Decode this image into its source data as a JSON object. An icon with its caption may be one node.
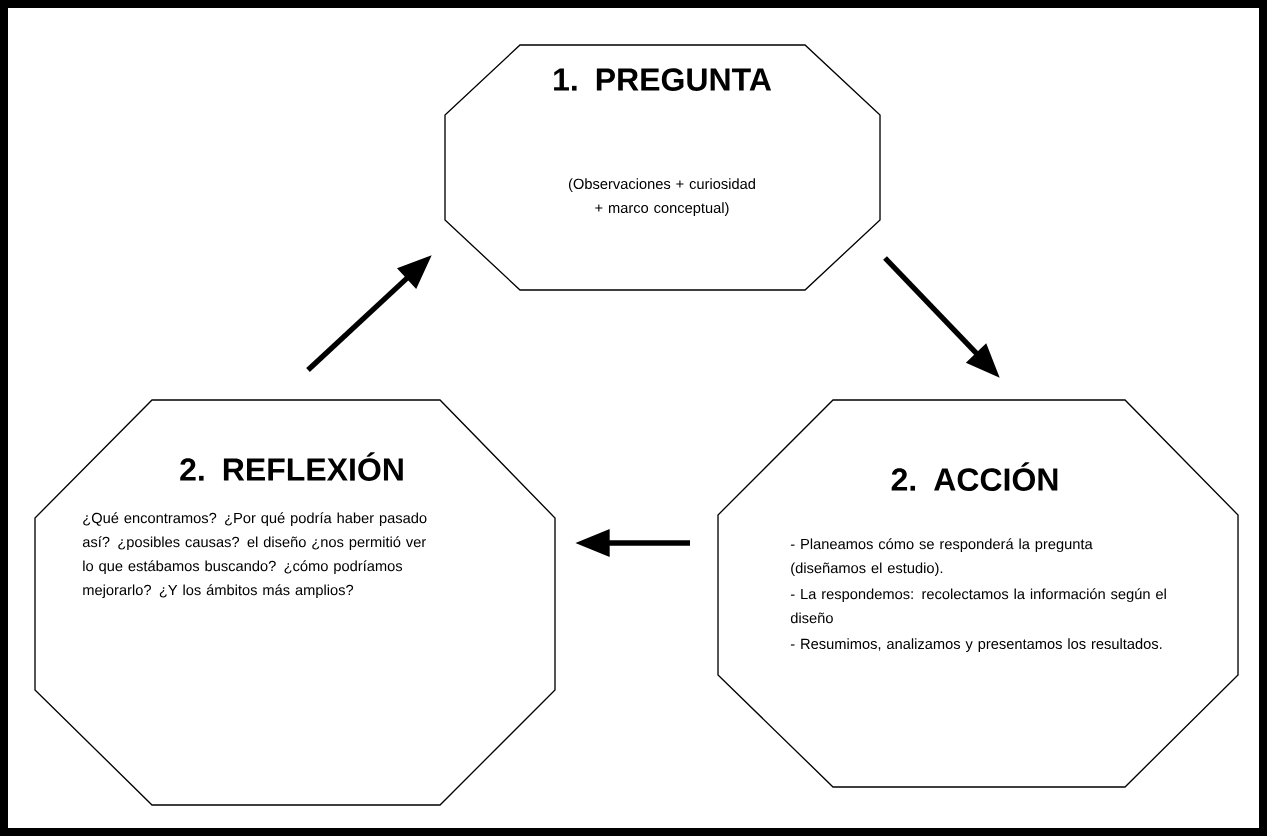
{
  "diagram": {
    "nodes": [
      {
        "text": [
          "1. PREGUNTA",
          "(Observaciones + curiosidad + marco conceptual)"
        ]
      },
      {
        "text": [
          "2. REFLEXIÓN",
          "¿Qué encontramos? ¿Por qué podría haber pasado así? ¿posibles causas? el diseño ¿nos permitió ver lo que estábamos buscando? ¿cómo podríamos mejorarlo? ¿Y los ámbitos más amplios?"
        ]
      },
      {
        "text": [
          "2. ACCIÓN",
          "- Planeamos cómo se responderá la pregunta (diseñamos el estudio).",
          "- La respondemos: recolectamos la información según el diseño",
          "- Resumimos, analizamos y presentamos los resultados."
        ]
      }
    ],
    "edges": [
      {
        "from": 0,
        "to": 2,
        "arrow": "to"
      },
      {
        "from": 2,
        "to": 1,
        "arrow": "to"
      },
      {
        "from": 1,
        "to": 0,
        "arrow": "to"
      }
    ]
  }
}
